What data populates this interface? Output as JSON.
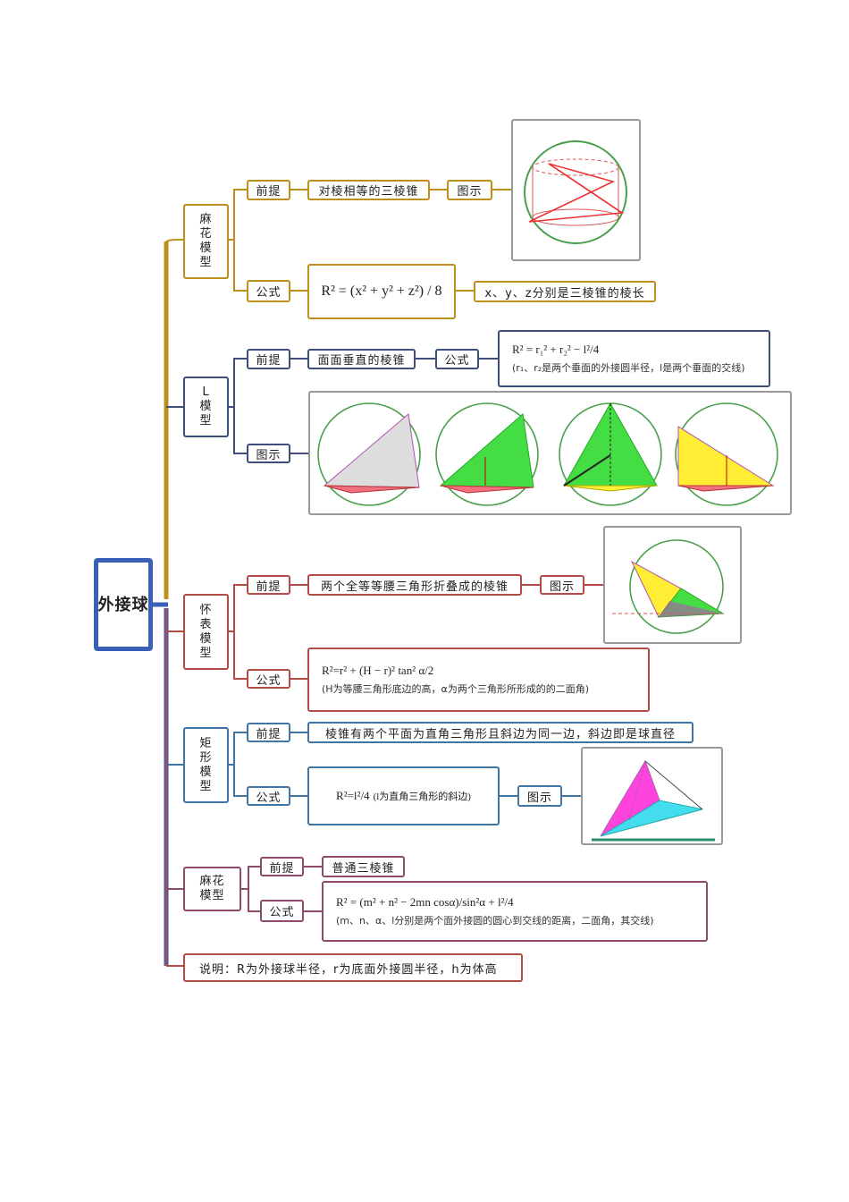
{
  "root": {
    "label": "外接球"
  },
  "models": [
    {
      "name": "麻花模型",
      "premise_label": "前提",
      "premise": "对棱相等的三棱锥",
      "figure_label": "图示",
      "formula_label": "公式",
      "formula": "R² = (x² + y² + z²) / 8",
      "formula_note": "x、y、z分别是三棱锥的棱长"
    },
    {
      "name": "L模型",
      "premise_label": "前提",
      "premise": "面面垂直的棱锥",
      "formula_label": "公式",
      "formula": "R² = r₁² + r₂² − l²/4",
      "formula_note": "(r₁、r₂是两个垂面的外接圆半径，l是两个垂面的交线)",
      "figure_label": "图示"
    },
    {
      "name": "怀表模型",
      "premise_label": "前提",
      "premise": "两个全等等腰三角形折叠成的棱锥",
      "figure_label": "图示",
      "formula_label": "公式",
      "formula": "R²=r² + (H − r)² tan² α/2",
      "formula_note": "(H为等腰三角形底边的高，α为两个三角形所形成的的二面角)"
    },
    {
      "name": "矩形模型",
      "premise_label": "前提",
      "premise": "棱锥有两个平面为直角三角形且斜边为同一边，斜边即是球直径",
      "formula_label": "公式",
      "formula": "R²=l²/4",
      "formula_note": "(l为直角三角形的斜边)",
      "figure_label": "图示"
    },
    {
      "name": "麻花模型",
      "premise_label": "前提",
      "premise": "普通三棱锥",
      "formula_label": "公式",
      "formula": "R² = (m² + n² − 2mn cosα)/sin²α + l²/4",
      "formula_note": "(m、n、α、l分别是两个面外接圆的圆心到交线的距离，二面角，其交线)"
    }
  ],
  "footer": {
    "note": "说明：R为外接球半径，r为底面外接圆半径，h为体高"
  },
  "colors": {
    "gold": "#bf8f1c",
    "navy": "#3f4d7a",
    "red": "#b34a43",
    "teal": "#3f74a5",
    "plum": "#8e4a6b",
    "root": "#3a5fb8"
  }
}
